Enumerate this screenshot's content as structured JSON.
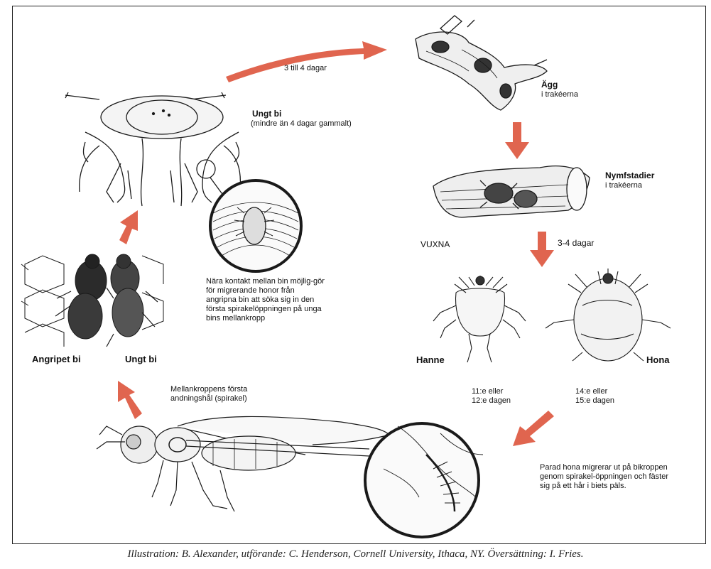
{
  "labels": {
    "young_bee_title": "Ungt bi",
    "young_bee_sub": "(mindre än 4 dagar gammalt)",
    "days_3_4": "3 till 4 dagar",
    "egg_title": "Ägg",
    "egg_sub": "i trakéerna",
    "nymph_title": "Nymfstadier",
    "nymph_sub": "i trakéerna",
    "adults": "VUXNA",
    "adult_days": "3-4 dagar",
    "male": "Hanne",
    "female": "Hona",
    "male_days_1": "11:e eller",
    "male_days_2": "12:e dagen",
    "female_days_1": "14:e eller",
    "female_days_2": "15:e dagen",
    "contact_text": "Nära kontakt mellan bin möjlig-gör för migrerande honor från angripna bin att söka sig in den första spirakelöppningen på unga bins mellankropp",
    "infested_bee": "Angripet bi",
    "young_bee": "Ungt bi",
    "spiracle_1": "Mellankroppens första",
    "spiracle_2": "andningshål (spirakel)",
    "mated_female_text": "Parad hona migrerar ut på bikroppen genom spirakel-öppningen och fäster sig på ett hår i biets päls.",
    "credit": "Illustration: B. Alexander, utförande: C. Henderson, Cornell University, Ithaca, NY. Översättning: I. Fries."
  },
  "colors": {
    "arrow": "#e0654f",
    "ink": "#1a1a1a",
    "frame": "#222222"
  }
}
